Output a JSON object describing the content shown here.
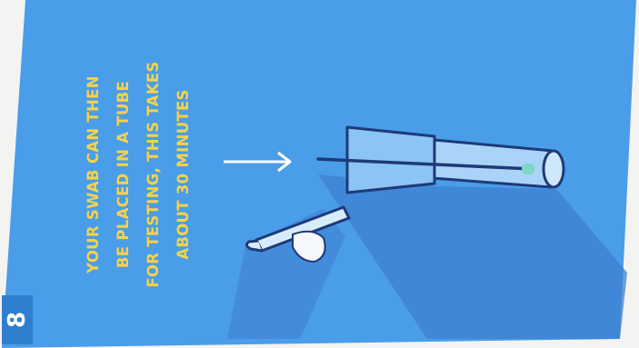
{
  "instruction": {
    "lines": [
      "YOUR SWAB CAN THEN",
      "BE PLACED IN A TUBE",
      "FOR TESTING, THIS TAKES",
      "ABOUT 30 MINUTES"
    ]
  },
  "step": {
    "number": "8"
  },
  "colors": {
    "panel_background": "#4a9de8",
    "shadow": "#3f7fd0",
    "text_accent": "#f6d24a",
    "outline": "#1e3a78",
    "tube_glass": "#a9d4f7",
    "badge": "#2f7fd0"
  },
  "icons": {
    "illustration": "swab-in-test-tube",
    "pointer": "arrow-right-icon"
  }
}
